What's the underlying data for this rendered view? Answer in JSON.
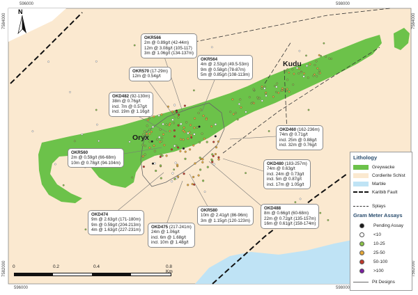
{
  "coordinates": {
    "top_left_e": "596000",
    "top_right_e": "598000",
    "bottom_left_e": "596000",
    "bottom_right_e": "598000",
    "left_top_n": "7584000",
    "left_bottom_n": "7582000",
    "right_top_n": "7584000",
    "right_bottom_n": "7582000"
  },
  "north_arrow": {
    "label": "N",
    "icon": "north-arrow-icon"
  },
  "zone_labels": {
    "oryx": "Oryx",
    "kudu": "Kudu"
  },
  "callouts": {
    "okr566": {
      "title": "OKR566",
      "lines": [
        "2m @ 0.89g/t (42-44m)",
        "12m @ 3.08g/t (105-117)",
        "3m @ 1.06g/t (134-137m)"
      ]
    },
    "okr564": {
      "title": "OKR564",
      "lines": [
        "4m @ 2.53g/t (49.5-53m)",
        "9m @ 0.58g/t (78-87m)",
        "5m @ 0.85g/t (108-113m)"
      ]
    },
    "okr570": {
      "title": "OKR570",
      "sub": " (17-29m)",
      "lines": [
        "12m @ 0.54g/t"
      ]
    },
    "okd482": {
      "title": "OKD482",
      "sub": " (92-130m)",
      "lines": [
        "38m @ 0.76g/t",
        "incl. 7m @ 0.57g/t",
        "incl. 19m @ 1.16g/t"
      ]
    },
    "okd460": {
      "title": "OKD460",
      "sub": " (162-236m)",
      "lines": [
        "74m @ 0.71g/t",
        "incl. 25m @ 0.88g/t",
        "incl. 32m @ 0.76g/t"
      ]
    },
    "okr560": {
      "title": "OKR560",
      "lines": [
        "2m @ 0.59g/t (66-68m)",
        "10m @ 0.78g/t (94-104m)"
      ]
    },
    "okd480": {
      "title": "OKD480",
      "sub": " (183-257m)",
      "lines": [
        "74m @ 0.63g/t",
        "incl. 24m @ 0.73g/t",
        "incl. 5m @ 0.87g/t",
        "incl. 17m @ 1.05g/t"
      ]
    },
    "okd474": {
      "title": "OKD474",
      "lines": [
        "9m @ 2.63g/t (171-180m)",
        "9m @ 0.59g/t (204-213m)",
        "4m @ 1.63g/t (227-231m)"
      ]
    },
    "okr580": {
      "title": "OKR580",
      "lines": [
        "10m @ 2.41g/t (86-96m)",
        "3m @ 1.15g/t (120-123m)"
      ]
    },
    "okd488": {
      "title": "OKD488",
      "lines": [
        "8m @ 0.66g/t (60-68m)",
        "22m @ 0.72g/t (135-157m)",
        "16m @ 0.61g/t (158-174m)"
      ]
    },
    "okd475": {
      "title": "OKD475",
      "sub": " (217-241m)",
      "lines": [
        "24m @ 1.06g/t",
        "incl. 6m @ 1.68g/t",
        "incl. 10m @ 1.48g/t"
      ]
    }
  },
  "legend": {
    "lithology_title": "Lithology",
    "greywacke": "Greywacke",
    "cordierite_schist": "Cordierite Schist",
    "marble": "Marble",
    "karibib_fault": "Karibib Fault",
    "splays": "Splays",
    "assays_title": "Gram Meter Assays",
    "pending": "Pending Assay",
    "lt10": "<10",
    "r10_25": "10-25",
    "r25_50": "25-50",
    "r50_100": "50-100",
    "gt100": ">100",
    "pit_designs": "Pit Designs"
  },
  "colors": {
    "greywacke": "#6cc24a",
    "cordierite_schist": "#fbe9d0",
    "marble": "#bfe3f5",
    "pending": "#1a1a1a",
    "lt10": "#ffffff",
    "r10_25": "#8bc34a",
    "r25_50": "#e6a93a",
    "r50_100": "#c0392b",
    "gt100": "#7b1fa2"
  },
  "scale": {
    "t0": "0",
    "t1": "0.2",
    "t2": "0.4",
    "t3": "0.8 Km"
  }
}
